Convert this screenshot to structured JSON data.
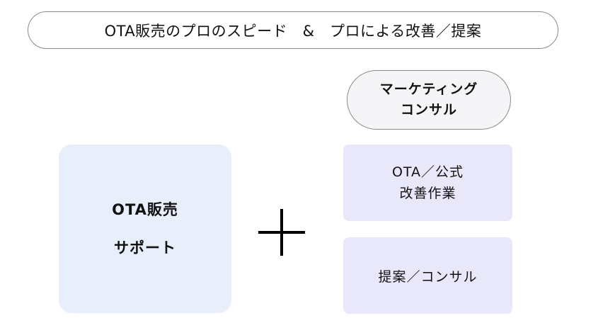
{
  "banner": {
    "text": "OTA販売のプロのスピード　&　プロによる改善／提案"
  },
  "consulting_pill": {
    "line1": "マーケティング",
    "line2": "コンサル"
  },
  "left_box": {
    "line1": "OTA販売",
    "line2": "サポート"
  },
  "right_box_1": {
    "line1": "OTA／公式",
    "line2": "改善作業"
  },
  "right_box_2": {
    "text": "提案／コンサル"
  },
  "colors": {
    "left_box_fill": "#e8effb",
    "right_box_fill": "#e9e8fa",
    "pill_fill": "#f5f5f7",
    "outline": "#8a8a8a"
  }
}
